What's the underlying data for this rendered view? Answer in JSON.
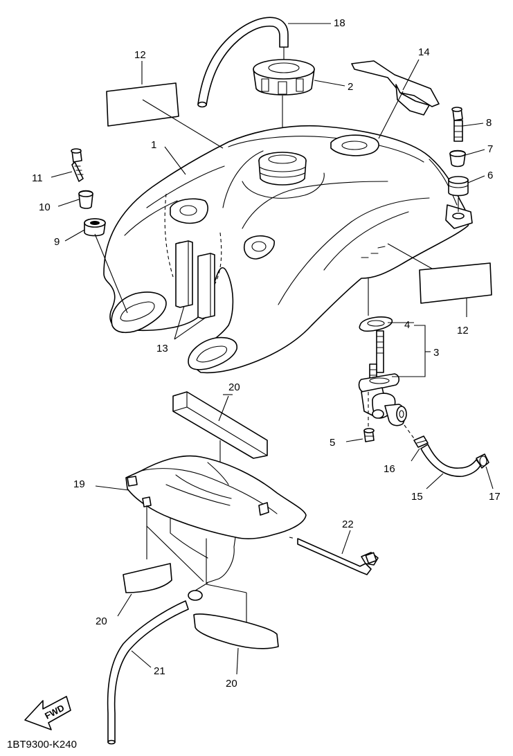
{
  "callouts": {
    "c1": "1",
    "c2": "2",
    "c3": "3",
    "c4": "4",
    "c5": "5",
    "c6": "6",
    "c7": "7",
    "c8": "8",
    "c9": "9",
    "c10": "10",
    "c11": "11",
    "c12a": "12",
    "c12b": "12",
    "c13": "13",
    "c14": "14",
    "c15": "15",
    "c16": "16",
    "c17": "17",
    "c18": "18",
    "c19": "19",
    "c20a": "20",
    "c20b": "20",
    "c20c": "20",
    "c21": "21",
    "c22": "22"
  },
  "fwd_label": "FWD",
  "diagram_code": "1BT9300-K240"
}
